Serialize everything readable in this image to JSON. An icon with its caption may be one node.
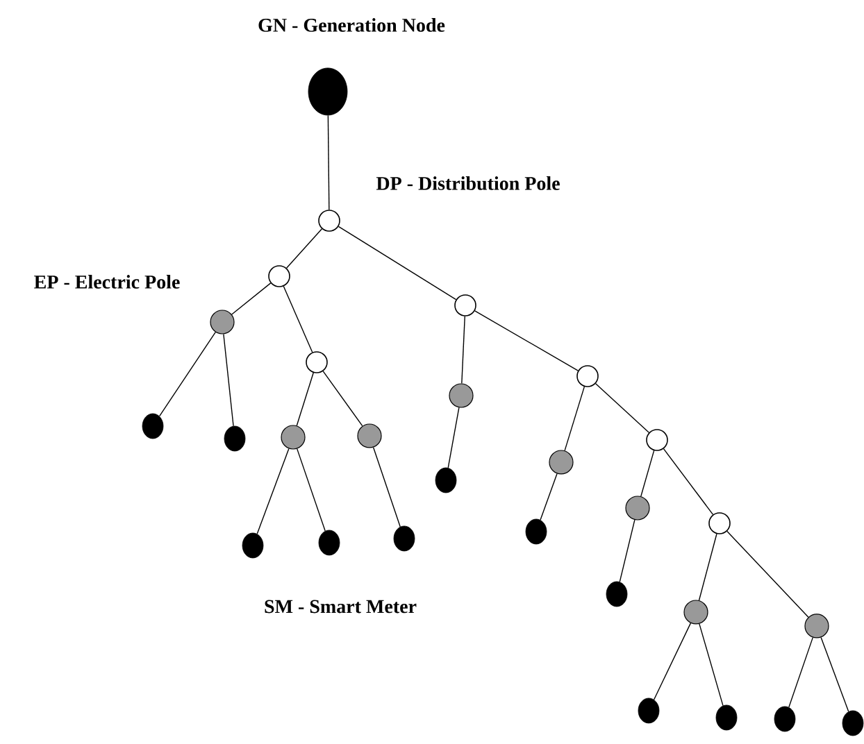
{
  "diagram": {
    "nodes": [
      {
        "text": [],
        "shape": "ellipse"
      },
      {
        "text": [],
        "shape": "circle"
      },
      {
        "text": [],
        "shape": "circle"
      },
      {
        "text": [],
        "shape": "circle"
      },
      {
        "text": [],
        "shape": "disc"
      },
      {
        "text": [],
        "shape": "circle"
      },
      {
        "text": [],
        "shape": "circle"
      },
      {
        "text": [],
        "shape": "disc"
      },
      {
        "text": [],
        "shape": "dot"
      },
      {
        "text": [],
        "shape": "disc"
      },
      {
        "text": [],
        "shape": "disc"
      },
      {
        "text": [],
        "shape": "dot"
      },
      {
        "text": [],
        "shape": "circle"
      },
      {
        "text": [],
        "shape": "disc"
      },
      {
        "text": [],
        "shape": "dot"
      },
      {
        "text": [],
        "shape": "disc"
      },
      {
        "text": [],
        "shape": "circle"
      },
      {
        "text": [],
        "shape": "dot"
      },
      {
        "text": [],
        "shape": "dot"
      },
      {
        "text": [],
        "shape": "dot"
      },
      {
        "text": [],
        "shape": "dot"
      },
      {
        "text": [],
        "shape": "dot"
      },
      {
        "text": [],
        "shape": "disc"
      },
      {
        "text": [],
        "shape": "disc"
      },
      {
        "text": [],
        "shape": "dot"
      },
      {
        "text": [],
        "shape": "dot"
      },
      {
        "text": [],
        "shape": "dot"
      },
      {
        "text": [],
        "shape": "dot"
      }
    ],
    "edges": [
      {
        "from": 0,
        "to": 1,
        "arrow": "none"
      },
      {
        "from": 1,
        "to": 2,
        "arrow": "none"
      },
      {
        "from": 1,
        "to": 3,
        "arrow": "none"
      },
      {
        "from": 2,
        "to": 4,
        "arrow": "none"
      },
      {
        "from": 2,
        "to": 5,
        "arrow": "none"
      },
      {
        "from": 4,
        "to": 8,
        "arrow": "none"
      },
      {
        "from": 4,
        "to": 11,
        "arrow": "none"
      },
      {
        "from": 5,
        "to": 10,
        "arrow": "none"
      },
      {
        "from": 5,
        "to": 9,
        "arrow": "none"
      },
      {
        "from": 10,
        "to": 20,
        "arrow": "none"
      },
      {
        "from": 10,
        "to": 19,
        "arrow": "none"
      },
      {
        "from": 9,
        "to": 18,
        "arrow": "none"
      },
      {
        "from": 3,
        "to": 7,
        "arrow": "none"
      },
      {
        "from": 3,
        "to": 6,
        "arrow": "none"
      },
      {
        "from": 7,
        "to": 14,
        "arrow": "none"
      },
      {
        "from": 6,
        "to": 13,
        "arrow": "none"
      },
      {
        "from": 6,
        "to": 12,
        "arrow": "none"
      },
      {
        "from": 13,
        "to": 17,
        "arrow": "none"
      },
      {
        "from": 12,
        "to": 15,
        "arrow": "none"
      },
      {
        "from": 12,
        "to": 16,
        "arrow": "none"
      },
      {
        "from": 15,
        "to": 21,
        "arrow": "none"
      },
      {
        "from": 16,
        "to": 22,
        "arrow": "none"
      },
      {
        "from": 16,
        "to": 23,
        "arrow": "none"
      },
      {
        "from": 22,
        "to": 24,
        "arrow": "none"
      },
      {
        "from": 22,
        "to": 25,
        "arrow": "none"
      },
      {
        "from": 23,
        "to": 26,
        "arrow": "none"
      },
      {
        "from": 23,
        "to": 27,
        "arrow": "none"
      }
    ],
    "labels": [
      "GN - Generation Node",
      "DP - Distribution Pole",
      "EP - Electric Pole",
      "SM - Smart Meter"
    ]
  }
}
